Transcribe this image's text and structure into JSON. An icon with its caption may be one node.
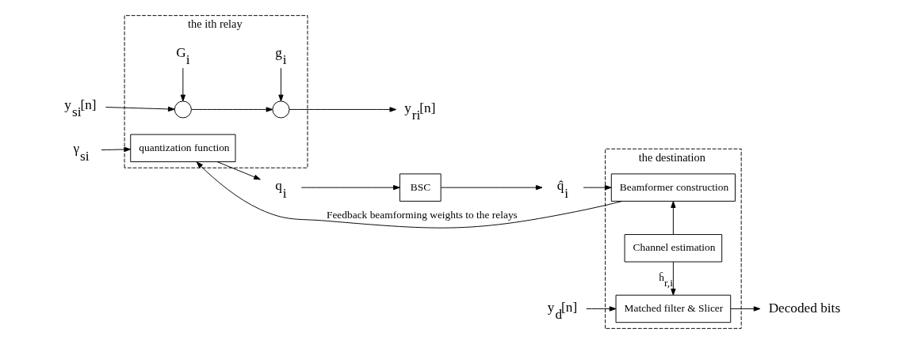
{
  "diagram": {
    "nodes": [
      {
        "text": [
          "the ith relay"
        ]
      },
      {
        "text": [],
        "shape": "circle",
        "in": 0
      },
      {
        "text": [],
        "shape": "circle",
        "in": 0
      },
      {
        "text": [
          "G$_{i}$"
        ],
        "in": 0
      },
      {
        "text": [
          "g$_{i}$"
        ],
        "in": 0
      },
      {
        "text": [
          "quantization function"
        ],
        "in": 0
      },
      {
        "text": [
          "y$_{si}$[n]"
        ]
      },
      {
        "text": [
          "y$_{ri}$[n]"
        ]
      },
      {
        "text": [
          "γ$_{si}$"
        ]
      },
      {
        "text": [
          "q$_{i}$"
        ]
      },
      {
        "text": [
          "BSC"
        ]
      },
      {
        "text": [
          "q̂$_{i}$"
        ]
      },
      {
        "text": [
          "the destination"
        ]
      },
      {
        "text": [
          "Matched filter & Slicer"
        ],
        "in": 12
      },
      {
        "text": [
          "Channel estimation"
        ],
        "in": 12
      },
      {
        "text": [
          "Beamformer construction"
        ],
        "in": 12
      },
      {
        "text": [
          "y$_{d}$[n]"
        ]
      },
      {
        "text": [
          "Decoded bits"
        ]
      }
    ],
    "edges": [
      {
        "from": 6,
        "to": 1,
        "arrow": "to"
      },
      {
        "from": 3,
        "to": 1,
        "arrow": "to"
      },
      {
        "from": 1,
        "to": 2,
        "arrow": "to"
      },
      {
        "from": 4,
        "to": 2,
        "arrow": "to"
      },
      {
        "from": 2,
        "to": 7,
        "arrow": "to"
      },
      {
        "from": 8,
        "to": 5,
        "arrow": "to"
      },
      {
        "from": 5,
        "to": 9,
        "arrow": "to"
      },
      {
        "from": 9,
        "to": 10,
        "arrow": "to"
      },
      {
        "from": 10,
        "to": 11,
        "arrow": "to"
      },
      {
        "from": 11,
        "to": 15,
        "arrow": "to"
      },
      {
        "from": 16,
        "to": 13,
        "arrow": "to"
      },
      {
        "from": 13,
        "to": 17,
        "arrow": "to"
      },
      {
        "from": 14,
        "to": 13,
        "arrow": "to",
        "label": "ĥ$_{r,i}$"
      },
      {
        "from": 14,
        "to": 15,
        "arrow": "to"
      },
      {
        "from": 15,
        "to": 5,
        "arrow": "to",
        "label": "Feedback beamforming weights to the relays"
      }
    ]
  }
}
